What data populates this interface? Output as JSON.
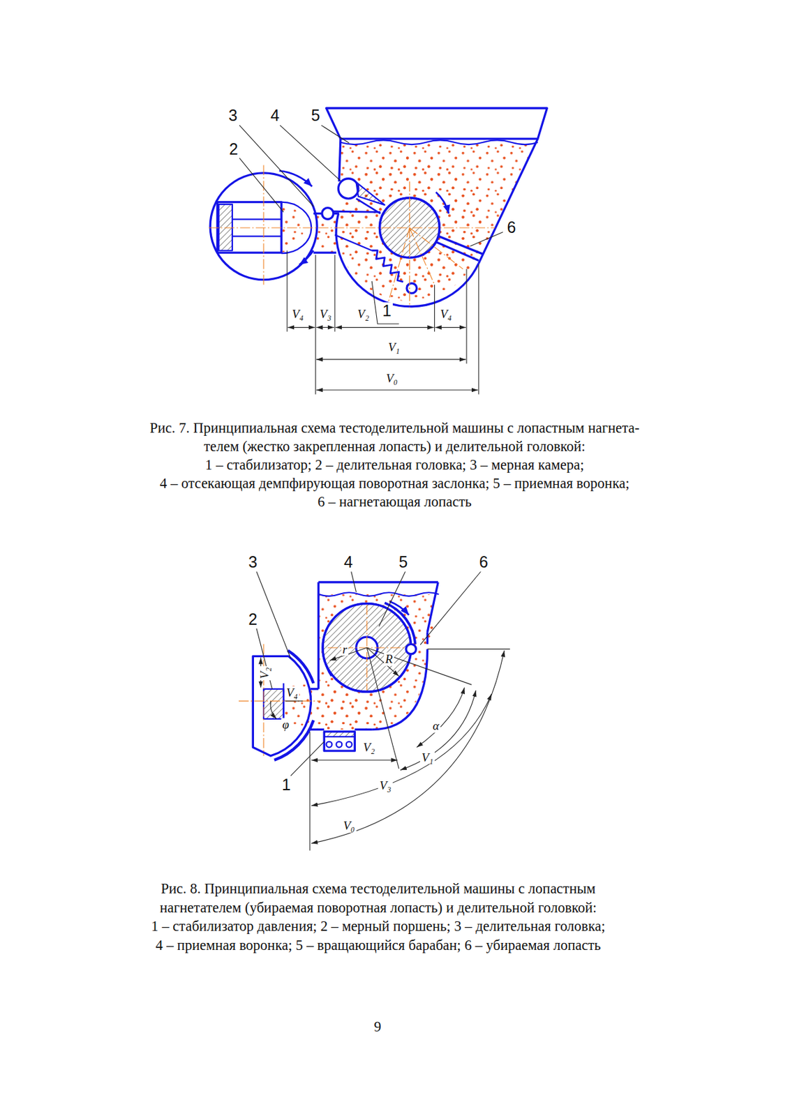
{
  "diagram": {
    "labels": [
      "3",
      "4",
      "5",
      "2",
      "6",
      "V₄",
      "V₃",
      "V₂",
      "1",
      "V₄",
      "V₁",
      "V₀",
      "Рис. 7. Принципиальная схема тестоделительной машины с лопастным нагнета-",
      "телем (жестко закрепленная лопасть) и делительной головкой:",
      "1 – стабилизатор;  2 – делительная головка;  3 – мерная камера;",
      "4 – отсекающая демпфирующая поворотная заслонка; 5 – приемная воронка;",
      "6 – нагнетающая лопасть",
      "3",
      "4",
      "5",
      "6",
      "2",
      "r",
      "R",
      "V₂",
      "V₄",
      "φ",
      "α",
      "V₂",
      "V₁",
      "V₃",
      "1",
      "V₀",
      "Рис. 8. Принципиальная схема тестоделительной машины с лопастным",
      "нагнетателем (убираемая поворотная лопасть) и делительной головкой:",
      "1 – стабилизатор давления; 2 – мерный поршень; 3 – делительная головка;",
      "4 – приемная воронка; 5 – вращающийся барабан; 6 – убираемая лопасть",
      "9"
    ]
  }
}
